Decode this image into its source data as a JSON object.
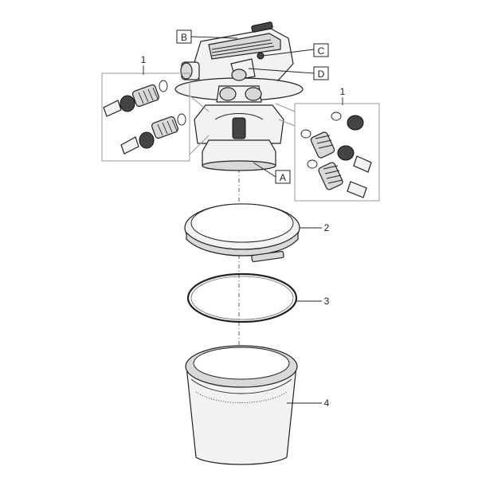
{
  "callouts": {
    "A": "A",
    "B": "B",
    "C": "C",
    "D": "D",
    "part1_left": "1",
    "part1_right": "1",
    "part2": "2",
    "part3": "3",
    "part4": "4"
  }
}
